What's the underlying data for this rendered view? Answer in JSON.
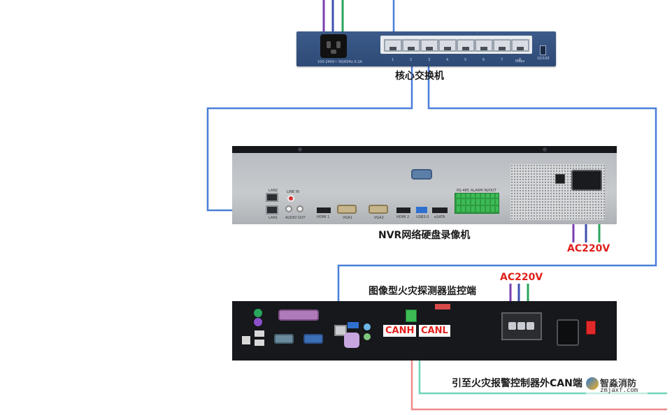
{
  "switch": {
    "label": "核心交换机",
    "power_text": "100-240V~ 50/60Hz 0.2A",
    "port_numbers": [
      "1",
      "2",
      "3",
      "4",
      "5",
      "6",
      "7",
      "8"
    ],
    "speed_text": "Mbps",
    "side_text": "10/100"
  },
  "nvr": {
    "label": "NVR网络硬盘录像机",
    "lan_top": "LAN2",
    "lan_bottom": "LAN1",
    "audio_in": "LINE IN",
    "audio_out": "AUDIO OUT",
    "hdmi1": "HDMI 1",
    "vga1": "VGA1",
    "vga2": "VGA2",
    "hdmi2": "HDMI 2",
    "usb": "USB3.0",
    "esata": "eSATA",
    "rs485": "RS-485",
    "alarm": "ALARM IN/OUT",
    "power": "AC220V"
  },
  "monitor": {
    "label": "图像型火灾探测器监控端",
    "power": "AC220V",
    "canh": "CANH",
    "canl": "CANL"
  },
  "can_lead": {
    "label": "引至火灾报警控制器外CAN端"
  },
  "watermark": {
    "brand": "智淼消防",
    "url": "zmjaxf.com"
  },
  "colors": {
    "network": "#4a7fd9",
    "live": "#7b3fb0",
    "neutral": "#3e4fb0",
    "earth": "#2aa55b",
    "canh": "#f08a8a",
    "canl": "#6fd4b8"
  }
}
